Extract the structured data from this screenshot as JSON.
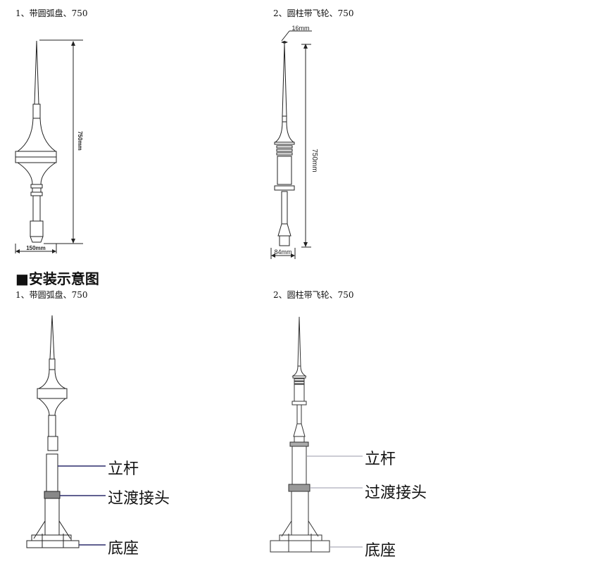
{
  "spec_section": {
    "item1_caption": "1、带圆弧盘、750",
    "item2_caption": "2、圆柱带飞轮、750",
    "item1_dims": {
      "height": "750mm",
      "width": "150mm"
    },
    "item2_dims": {
      "height": "750mm",
      "tip": "16mm",
      "width": "84mm"
    }
  },
  "install_section": {
    "heading": "■安装示意图",
    "item1_caption": "1、带圆弧盘、750",
    "item2_caption": "2、圆柱带飞轮、750",
    "labels": {
      "pole": "立杆",
      "adapter": "过渡接头",
      "base": "底座"
    }
  },
  "colors": {
    "leader_left": "#2b2b6b",
    "leader_right": "#9a9aa8"
  }
}
